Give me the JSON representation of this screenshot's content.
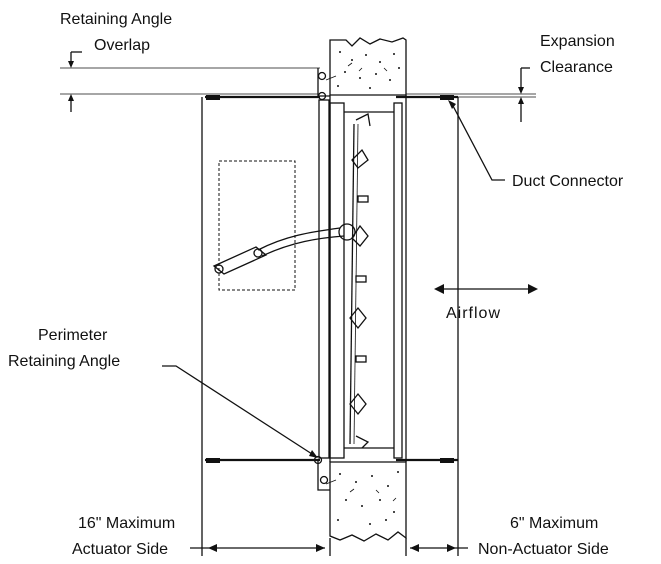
{
  "labels": {
    "retaining_angle_overlap_line1": "Retaining Angle",
    "retaining_angle_overlap_line2": "Overlap",
    "expansion_clearance_line1": "Expansion",
    "expansion_clearance_line2": "Clearance",
    "duct_connector": "Duct Connector",
    "airflow": "Airflow",
    "perimeter_retaining_angle_line1": "Perimeter",
    "perimeter_retaining_angle_line2": "Retaining Angle",
    "actuator_max_line1": "16\" Maximum",
    "actuator_max_line2": "Actuator Side",
    "non_actuator_max_line1": "6\" Maximum",
    "non_actuator_max_line2": "Non-Actuator Side"
  },
  "colors": {
    "line": "#111111",
    "background": "#ffffff"
  }
}
